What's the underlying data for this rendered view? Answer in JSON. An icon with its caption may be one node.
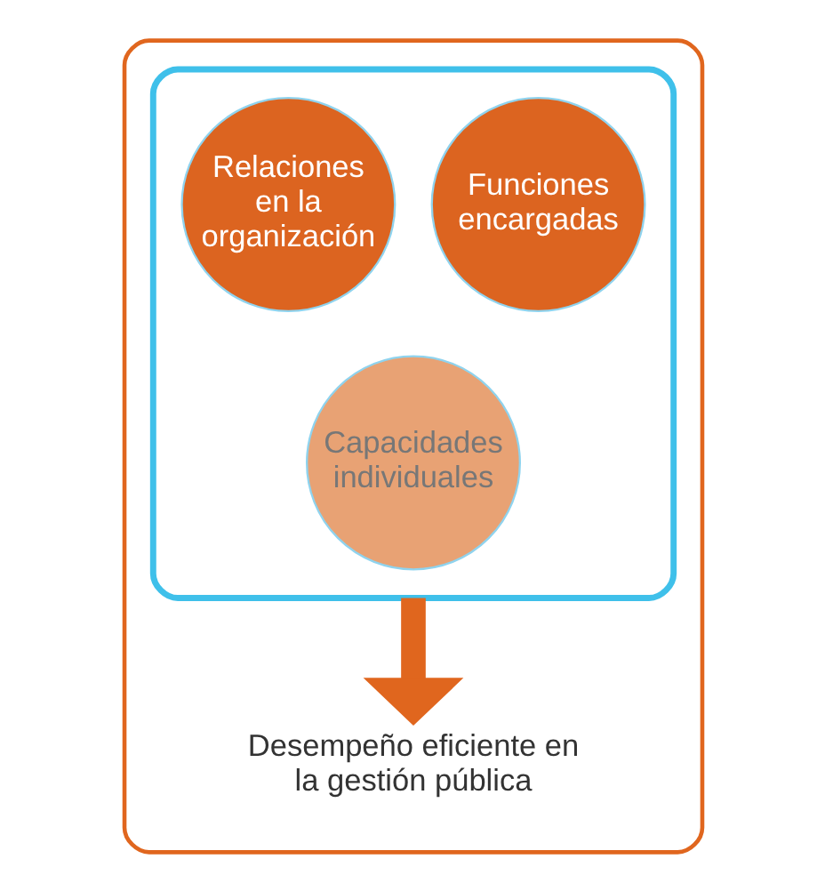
{
  "diagram": {
    "nodes": [
      {
        "text": [],
        "shape": "box"
      },
      {
        "text": [],
        "shape": "funnel",
        "in": 0
      },
      {
        "text": [
          "Relaciones en la organización"
        ],
        "in": 1
      },
      {
        "text": [
          "Funciones encargadas"
        ],
        "in": 1
      },
      {
        "text": [
          "Capacidades individuales"
        ],
        "in": 1
      },
      {
        "text": [
          "Desempeño eficiente en la gestión pública"
        ],
        "in": 0
      }
    ],
    "edges": [
      {
        "from": 1,
        "to": 5,
        "arrow": "to"
      }
    ]
  }
}
